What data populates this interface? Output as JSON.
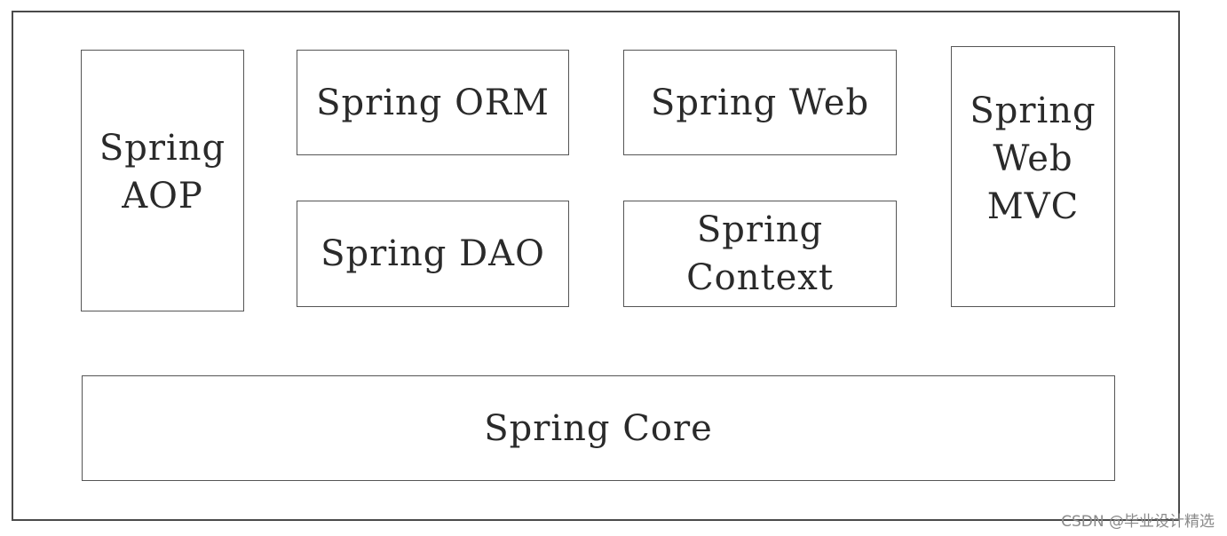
{
  "diagram": {
    "modules": {
      "aop": "Spring\nAOP",
      "orm": "Spring ORM",
      "web": "Spring Web",
      "webmvc": "Spring\nWeb\nMVC",
      "dao": "Spring DAO",
      "context": "Spring\nContext",
      "core": "Spring Core"
    }
  },
  "watermark": "CSDN @毕业设计精选"
}
